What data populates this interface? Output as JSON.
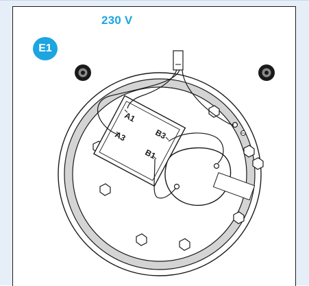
{
  "header": {
    "voltage": "230 V",
    "badge": "E1"
  },
  "terminals": {
    "a1": "A1",
    "a3": "A3",
    "b1": "B1",
    "b3": "B3"
  },
  "colors": {
    "accent": "#1ca5e0",
    "ring": "#d4d4d4",
    "line": "#1a1a1a"
  }
}
